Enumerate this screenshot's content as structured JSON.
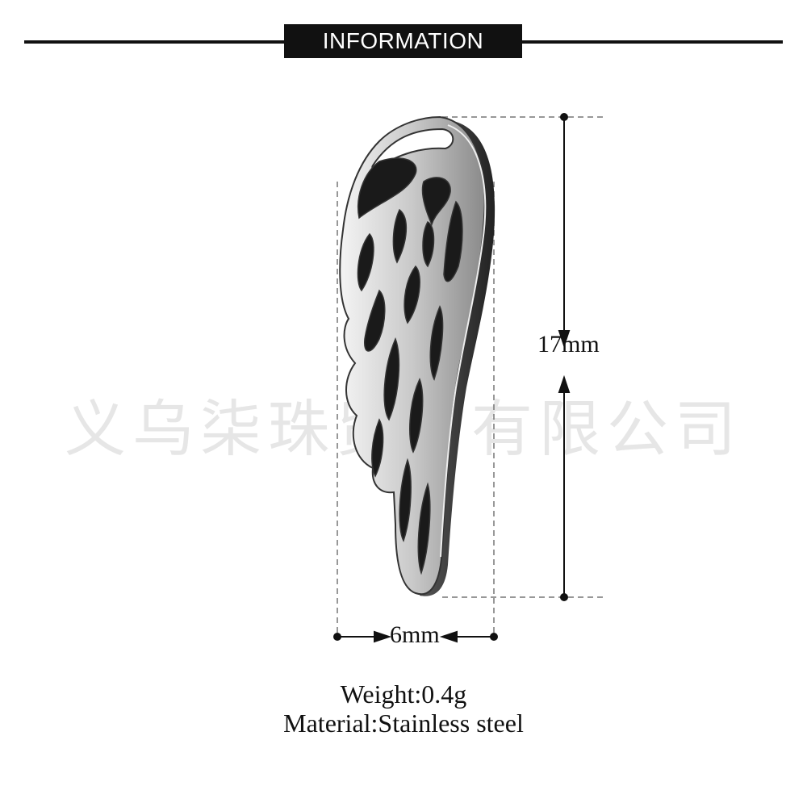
{
  "header": {
    "title": "INFORMATION"
  },
  "watermark": {
    "text": "义乌柒珠贸易有限公司"
  },
  "dimensions": {
    "height": "17mm",
    "width": "6mm"
  },
  "specs": {
    "weight": "Weight:0.4g",
    "material": "Material:Stainless steel"
  },
  "product": {
    "type": "wing-pendant-image",
    "color": "#c8c8c8"
  }
}
